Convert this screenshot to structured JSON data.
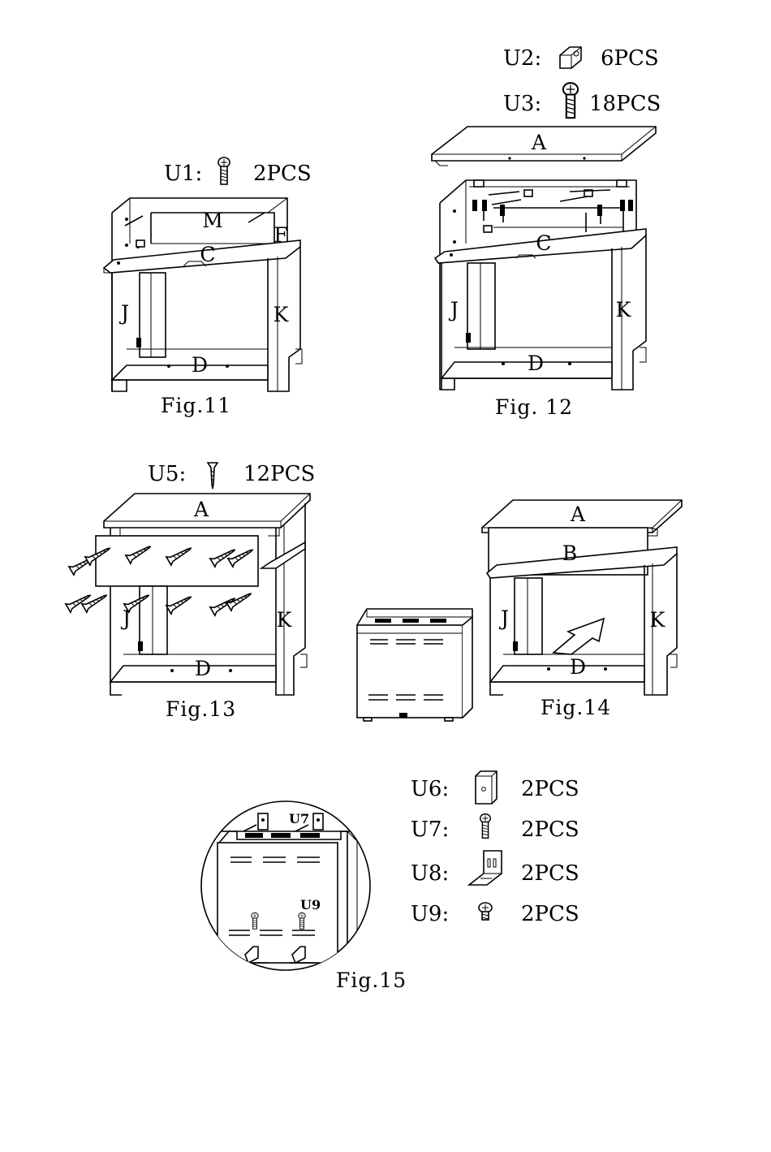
{
  "figures": [
    {
      "label": "Fig.11",
      "hardware": [
        {
          "code": "U1:",
          "count": "2PCS",
          "icon": "screw-icon"
        }
      ],
      "parts": {
        "M": "M",
        "F": "F",
        "C": "C",
        "J": "J",
        "K": "K",
        "D": "D"
      }
    },
    {
      "label": "Fig. 12",
      "hardware": [
        {
          "code": "U2:",
          "count": "6PCS",
          "icon": "cam-block-icon"
        },
        {
          "code": "U3:",
          "count": "18PCS",
          "icon": "screw-icon"
        }
      ],
      "parts": {
        "A": "A",
        "C": "C",
        "J": "J",
        "K": "K",
        "D": "D"
      }
    },
    {
      "label": "Fig.13",
      "hardware": [
        {
          "code": "U5:",
          "count": "12PCS",
          "icon": "wood-screw-icon"
        }
      ],
      "parts": {
        "A": "A",
        "J": "J",
        "K": "K",
        "D": "D"
      }
    },
    {
      "label": "Fig.14",
      "parts": {
        "A": "A",
        "B": "B",
        "J": "J",
        "K": "K",
        "D": "D"
      }
    },
    {
      "label": "Fig.15",
      "callouts": {
        "u7": "U7",
        "u9": "U9"
      },
      "hardware": [
        {
          "code": "U6:",
          "count": "2PCS",
          "icon": "plate-icon"
        },
        {
          "code": "U7:",
          "count": "2PCS",
          "icon": "screw-icon"
        },
        {
          "code": "U8:",
          "count": "2PCS",
          "icon": "l-bracket-icon"
        },
        {
          "code": "U9:",
          "count": "2PCS",
          "icon": "screw-icon"
        }
      ]
    }
  ]
}
